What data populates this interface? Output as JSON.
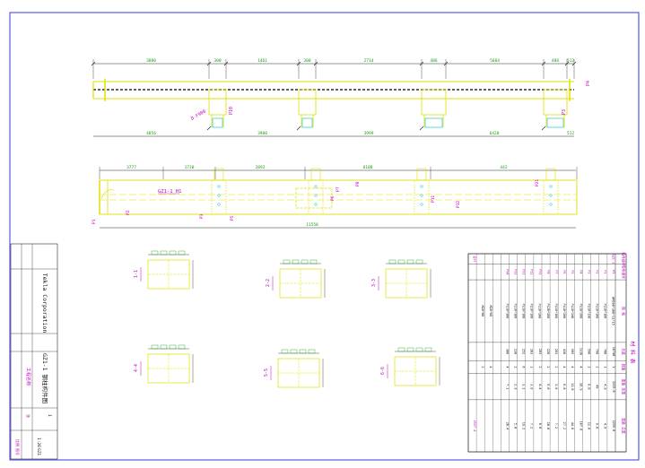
{
  "colors": {
    "frame": "#3a3ad8",
    "member": "#e0e000",
    "dim": "#2a2a2a",
    "dim_text": "#16a016",
    "label": "#c000c0",
    "hole": "#00c0c0",
    "red": "#d01010"
  },
  "elevation_top": {
    "dims_top": [
      "3880",
      "300",
      "1461",
      "300",
      "2714",
      "486",
      "5684",
      "486",
      "512"
    ],
    "dims_bottom": [
      "4056",
      "3900",
      "3999",
      "6420",
      "512"
    ],
    "callouts": [
      "D-F900",
      "P10",
      "P3",
      "P4"
    ]
  },
  "elevation_bottom": {
    "dims_top": [
      "3777",
      "1730",
      "2892",
      "6108",
      "442"
    ],
    "dims_bottom": [
      "11550"
    ],
    "member_mark": "GZ1-1 H1",
    "callouts": [
      "P1",
      "P2",
      "P3",
      "P5",
      "P6",
      "P7",
      "P8",
      "P11",
      "P12",
      "P21"
    ]
  },
  "sections": [
    {
      "label": "1-1"
    },
    {
      "label": "2-2"
    },
    {
      "label": "3-3"
    },
    {
      "label": "4-4"
    },
    {
      "label": "5-5"
    },
    {
      "label": "6-6"
    }
  ],
  "title_block": {
    "company": "Tekla Corporation",
    "drawing_title": "GZ1-1 钢柱构件图",
    "project_label": "工程名称",
    "scale_label": "比例",
    "scale_value": "1:20",
    "sheet_label": "图号",
    "sheet_value": "GZ1",
    "page_label": "张",
    "page_value": "1"
  },
  "material_table": {
    "header": "材 料 表",
    "columns": [
      "构件编号",
      "零件编号",
      "规 格",
      "长度",
      "数量",
      "重量 单重",
      "重量 总重"
    ],
    "rows": [
      [
        "GZ1-1",
        "H1",
        "HM500*300*11*15",
        "10748",
        "1",
        "2235.0",
        "2235.0"
      ],
      [
        "",
        "P1",
        "PL10*160",
        "780",
        "1",
        "4.9",
        "4.9"
      ],
      [
        "",
        "P2",
        "PL10*160",
        "790",
        "2",
        "49",
        "9.8"
      ],
      [
        "",
        "P3",
        "PL10*130",
        "590",
        "2",
        "6.0",
        "12.0"
      ],
      [
        "",
        "P4",
        "PL10*260",
        "1310",
        "4",
        "26.9",
        "107.6"
      ],
      [
        "",
        "P5",
        "PL10*240",
        "585",
        "4",
        "11.0",
        "44.0"
      ],
      [
        "",
        "P6",
        "PL10*200",
        "430",
        "4",
        "6.8",
        "27.2"
      ],
      [
        "",
        "P7",
        "PL10*160",
        "283",
        "2",
        "3.6",
        "7.2"
      ],
      [
        "",
        "P8",
        "PL20*260",
        "220",
        "2",
        "9.0",
        "18.0"
      ],
      [
        "",
        "P11",
        "PL10*200",
        "283",
        "2",
        "4.4",
        "8.8"
      ],
      [
        "",
        "P12",
        "PL10*160",
        "283",
        "2",
        "3.6",
        "7.2"
      ],
      [
        "",
        "P21",
        "PL10*160",
        "252",
        "6",
        "3.2",
        "19.2"
      ],
      [
        "",
        "P22",
        "PL10*160",
        "230",
        "2",
        "2.9",
        "5.8"
      ],
      [
        "",
        "P94",
        "PL10*300",
        "300",
        "4",
        "7.1",
        "28.4"
      ],
      [
        "",
        "",
        "",
        "",
        "",
        "",
        ""
      ],
      [
        "",
        "",
        "M20*60",
        "",
        "4",
        "",
        ""
      ],
      [
        "",
        "",
        "M20*80",
        "",
        "2",
        "",
        ""
      ]
    ],
    "totals": [
      "合计",
      "",
      "",
      "",
      "",
      "",
      "2537.4"
    ]
  }
}
